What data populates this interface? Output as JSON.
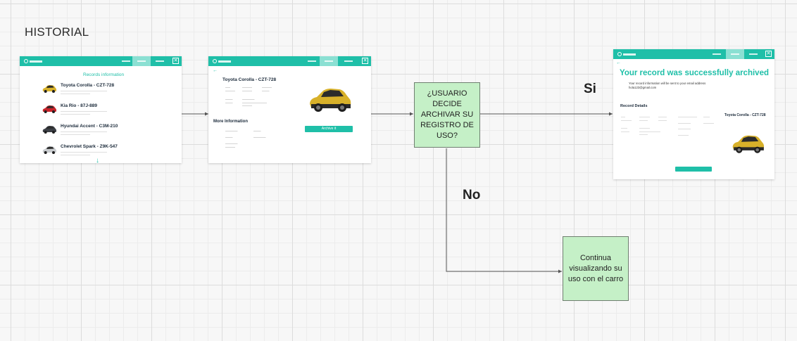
{
  "section_title": "HISTORIAL",
  "colors": {
    "accent": "#1fbfa8",
    "node_fill": "#c5f0c7",
    "car_yellow": "#d8b12a"
  },
  "screen1": {
    "heading": "Records information",
    "records": [
      {
        "title": "Toyota Corolla - CZT-728",
        "car_color": "#d8b12a"
      },
      {
        "title": "Kia Rio - 87J-889",
        "car_color": "#c8242b"
      },
      {
        "title": "Hyundai Accent - C3M-210",
        "car_color": "#3c3f45"
      },
      {
        "title": "Chevrolet Spark - Z9K-547",
        "car_color": "#c9cccf"
      }
    ],
    "more_icon": "arrow-down-icon"
  },
  "screen2": {
    "title": "Toyota Corolla - CZT-728",
    "more_info": "More Information",
    "button": "Archive it"
  },
  "screen3": {
    "heading": "Your record was successfully archived",
    "message_line1": "Your record information will be sent to your email address",
    "message_line2": "hola123@gmail.com",
    "details_title": "Record Details",
    "car_title": "Toyota Corolla - CZT-728"
  },
  "decision": "¿USUARIO DECIDE ARCHIVAR SU REGISTRO DE USO?",
  "result_no": "Continua visualizando su uso con el carro",
  "label_yes": "Si",
  "label_no": "No"
}
